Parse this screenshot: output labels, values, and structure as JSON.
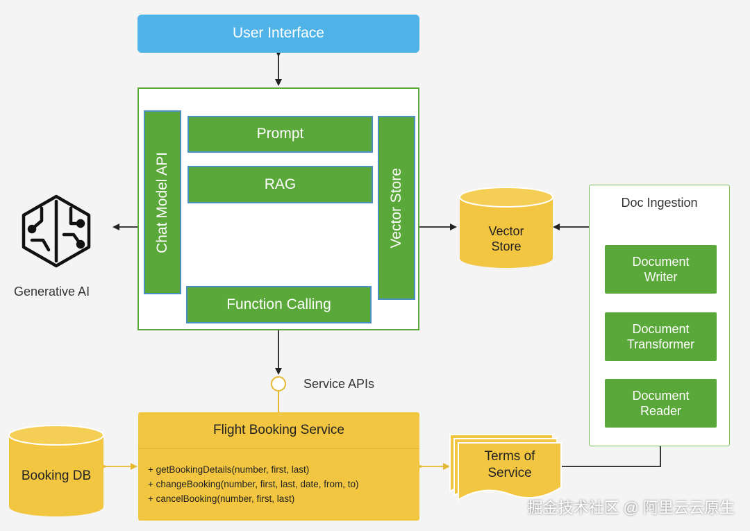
{
  "user_interface": "User Interface",
  "main": {
    "chat_model_api": "Chat Model API",
    "prompt": "Prompt",
    "rag": "RAG",
    "vector_store_strip": "Vector Store",
    "function_calling": "Function Calling"
  },
  "generative_ai": "Generative AI",
  "vector_store_db": {
    "line1": "Vector",
    "line2": "Store"
  },
  "doc_ingestion": {
    "title": "Doc Ingestion",
    "writer": {
      "line1": "Document",
      "line2": "Writer"
    },
    "transformer": {
      "line1": "Document",
      "line2": "Transformer"
    },
    "reader": {
      "line1": "Document",
      "line2": "Reader"
    }
  },
  "service_apis": "Service APIs",
  "flight_booking": {
    "title": "Flight Booking Service",
    "methods": [
      "+  getBookingDetails(number, first, last)",
      "+ changeBooking(number, first, last, date, from, to)",
      "+ cancelBooking(number, first, last)"
    ]
  },
  "booking_db": "Booking DB",
  "terms": {
    "line1": "Terms of",
    "line2": "Service"
  },
  "watermark": "掘金技术社区 @ 阿里云云原生",
  "colors": {
    "blue": "#4fb3e8",
    "green": "#5aa83a",
    "yellow": "#f2c640",
    "border_blue": "#4a90c2"
  }
}
